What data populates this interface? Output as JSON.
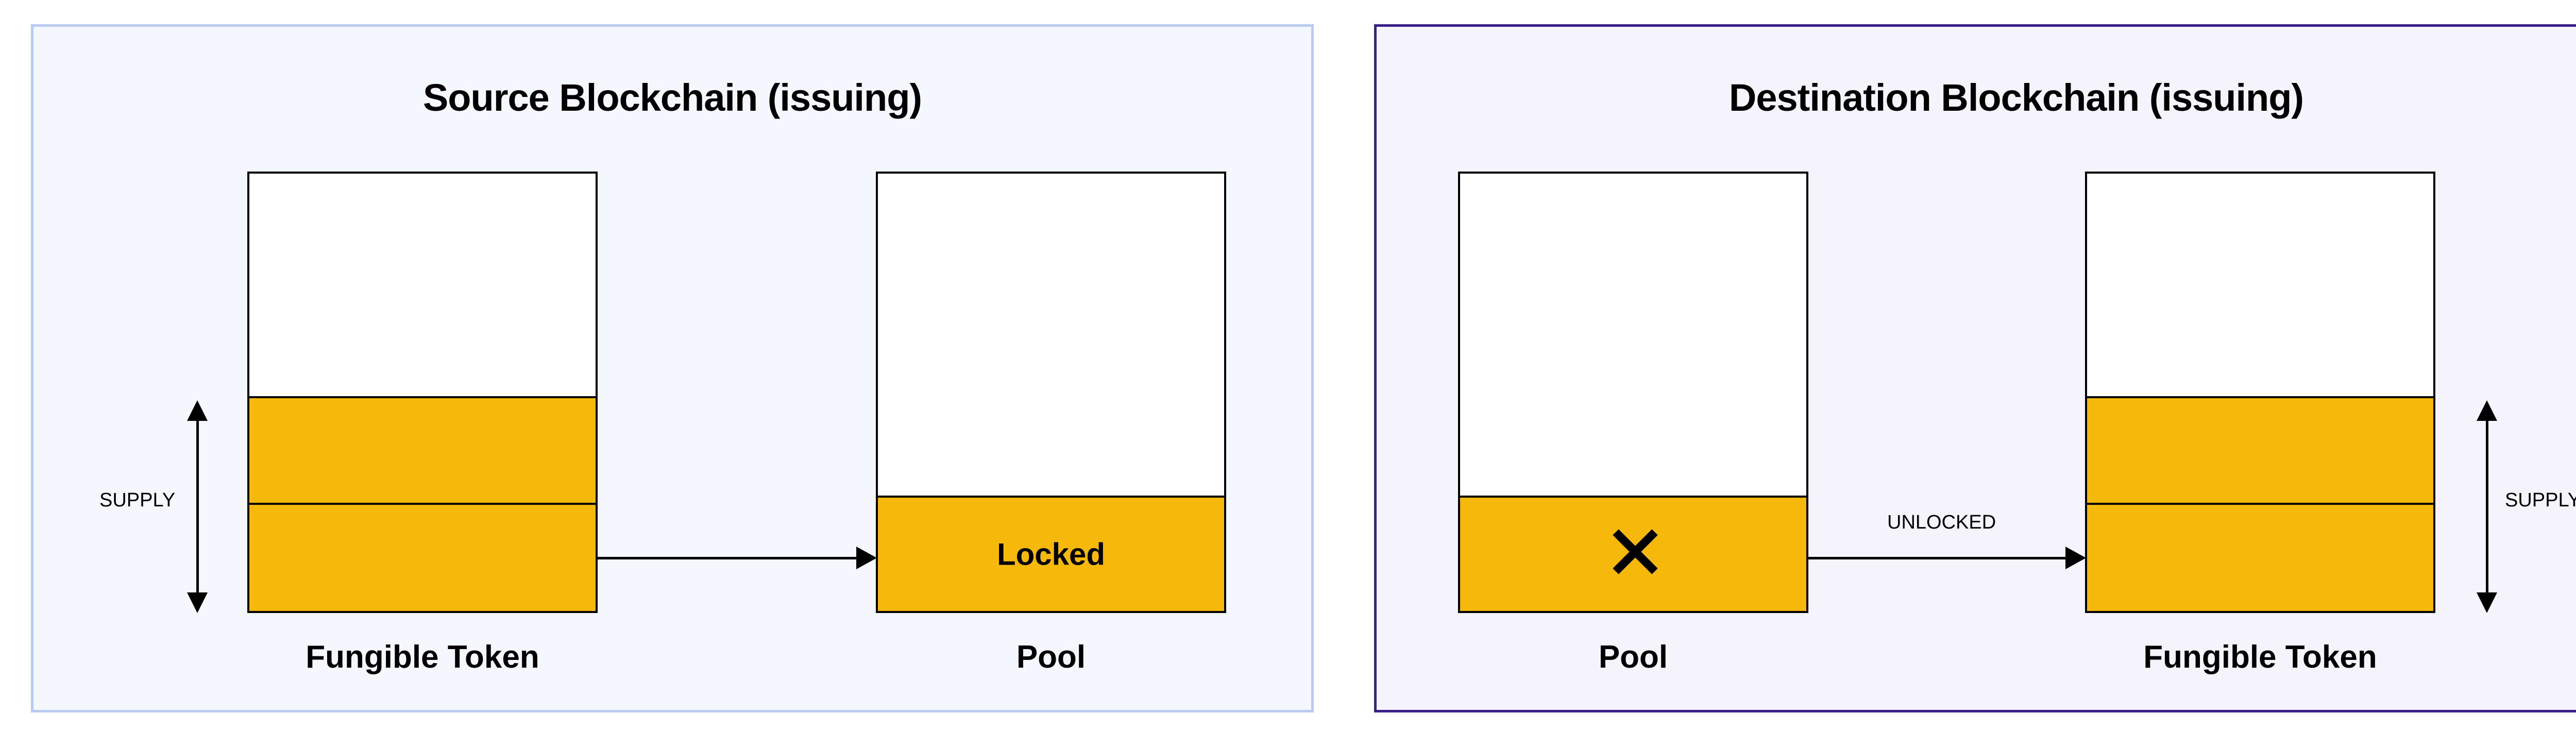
{
  "source": {
    "title": "Source Blockchain (issuing)",
    "supply_label": "SUPPLY",
    "token_label": "Fungible Token",
    "pool_label": "Pool",
    "pool_fill_text": "Locked"
  },
  "destination": {
    "title": "Destination Blockchain (issuing)",
    "supply_label": "SUPPLY",
    "token_label": "Fungible Token",
    "pool_label": "Pool",
    "arrow_label": "UNLOCKED",
    "pool_fill_icon": "x-icon"
  },
  "colors": {
    "token_fill": "#f6b90a",
    "source_border": "#b8cbf4",
    "destination_border": "#3a2189"
  }
}
